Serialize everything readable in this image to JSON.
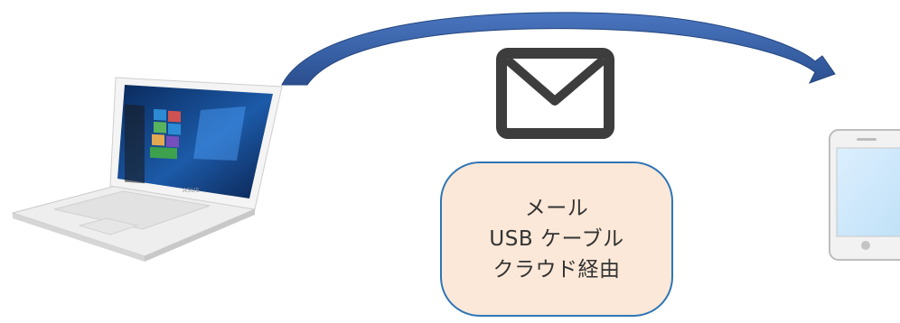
{
  "colors": {
    "arrow": "#2f5597",
    "arrow_highlight": "#4a76c0",
    "box_fill": "#fce8d8",
    "box_border": "#2e75b6",
    "envelope": "#3d3d3d",
    "phone_body": "#f2f2f2",
    "phone_screen": "#cfe8f8"
  },
  "icons": {
    "source": "laptop-icon",
    "message": "envelope-icon",
    "destination": "smartphone-icon"
  },
  "transfer_methods": [
    "メール",
    "USB ケーブル",
    "クラウド経由"
  ]
}
